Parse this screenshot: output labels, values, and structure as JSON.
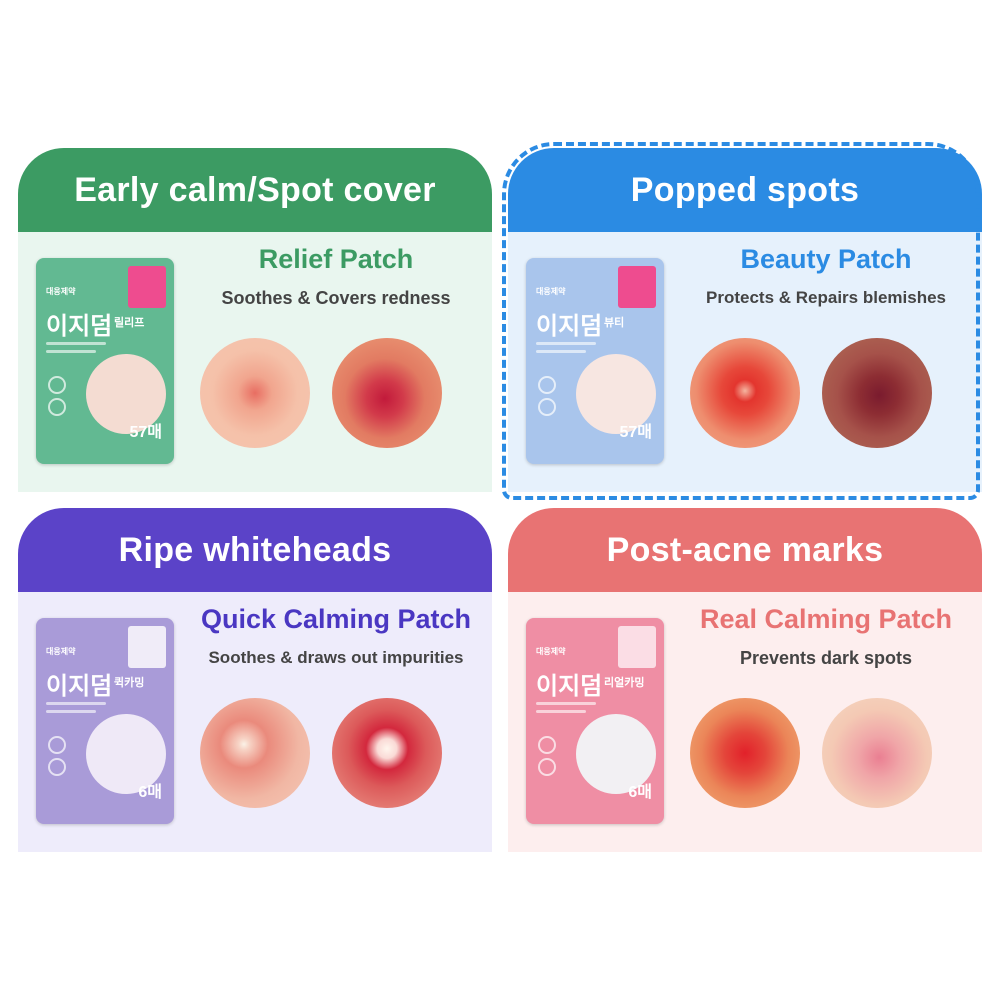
{
  "cards": [
    {
      "header": "Early calm/Spot cover",
      "product": "Relief Patch",
      "description": "Soothes & Covers redness",
      "package": {
        "brand": "대웅제약",
        "name": "이지덤",
        "sub": "릴리프",
        "count": "57매"
      },
      "color": "#3c9b63",
      "highlighted": false
    },
    {
      "header": "Popped spots",
      "product": "Beauty Patch",
      "description": "Protects & Repairs blemishes",
      "package": {
        "brand": "대웅제약",
        "name": "이지덤",
        "sub": "뷰티",
        "count": "57매"
      },
      "color": "#2b8be3",
      "highlighted": true
    },
    {
      "header": "Ripe whiteheads",
      "product": "Quick Calming Patch",
      "description": "Soothes & draws out impurities",
      "package": {
        "brand": "대웅제약",
        "name": "이지덤",
        "sub": "퀵카밍",
        "count": "6매"
      },
      "color": "#5b43c8",
      "highlighted": false
    },
    {
      "header": "Post-acne marks",
      "product": "Real Calming Patch",
      "description": "Prevents dark spots",
      "package": {
        "brand": "대웅제약",
        "name": "이지덤",
        "sub": "리얼카밍",
        "count": "6매"
      },
      "color": "#e87373",
      "highlighted": false
    }
  ]
}
